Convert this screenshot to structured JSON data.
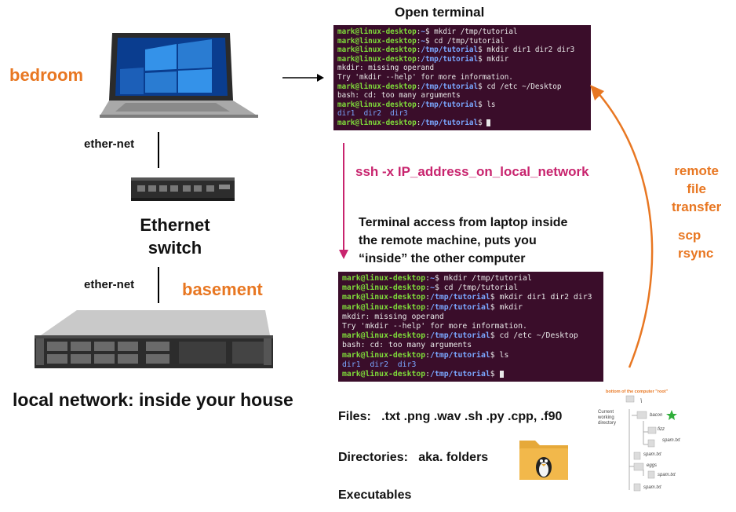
{
  "labels": {
    "open_terminal": "Open terminal",
    "bedroom": "bedroom",
    "ether_net_top": "ether-net",
    "ether_net_bottom": "ether-net",
    "ethernet_switch_1": "Ethernet",
    "ethernet_switch_2": "switch",
    "basement": "basement",
    "local_network": "local network: inside your house",
    "ssh_command": "ssh -x  IP_address_on_local_network",
    "terminal_access_1": "Terminal access from laptop inside",
    "terminal_access_2": "the remote machine, puts you",
    "terminal_access_3": "“inside” the other computer",
    "remote_1": "remote",
    "remote_2": "file",
    "remote_3": "transfer",
    "scp": "scp",
    "rsync": "rsync",
    "files": "Files:   .txt .png .wav .sh .py .cpp, .f90",
    "directories": "Directories:   aka. folders",
    "executables": "Executables"
  },
  "terminal": {
    "user": "mark@linux-desktop",
    "lines": [
      {
        "path": "~",
        "cmd": " mkdir /tmp/tutorial"
      },
      {
        "path": "~",
        "cmd": " cd /tmp/tutorial"
      },
      {
        "path": "/tmp/tutorial",
        "cmd": " mkdir dir1 dir2 dir3"
      },
      {
        "path": "/tmp/tutorial",
        "cmd": " mkdir"
      },
      {
        "out": "mkdir: missing operand"
      },
      {
        "out": "Try 'mkdir --help' for more information."
      },
      {
        "path": "/tmp/tutorial",
        "cmd": " cd /etc ~/Desktop"
      },
      {
        "out": "bash: cd: too many arguments"
      },
      {
        "path": "/tmp/tutorial",
        "cmd": " ls"
      },
      {
        "dirs": "dir1  dir2  dir3"
      },
      {
        "path": "/tmp/tutorial",
        "cmd": " ",
        "cursor": true
      }
    ]
  },
  "tree": {
    "title": "bottom of the computer \"root\"",
    "root": "\\",
    "cwd_label_1": "Current",
    "cwd_label_2": "working",
    "cwd_label_3": "directory",
    "items": [
      "bacon",
      "fizz",
      "spam.txt",
      "spam.txt",
      "eggs",
      "spam.txt",
      "spam.txt"
    ]
  },
  "colors": {
    "orange": "#E87722",
    "magenta": "#C8246E",
    "terminal_bg": "#3a0d2a"
  }
}
